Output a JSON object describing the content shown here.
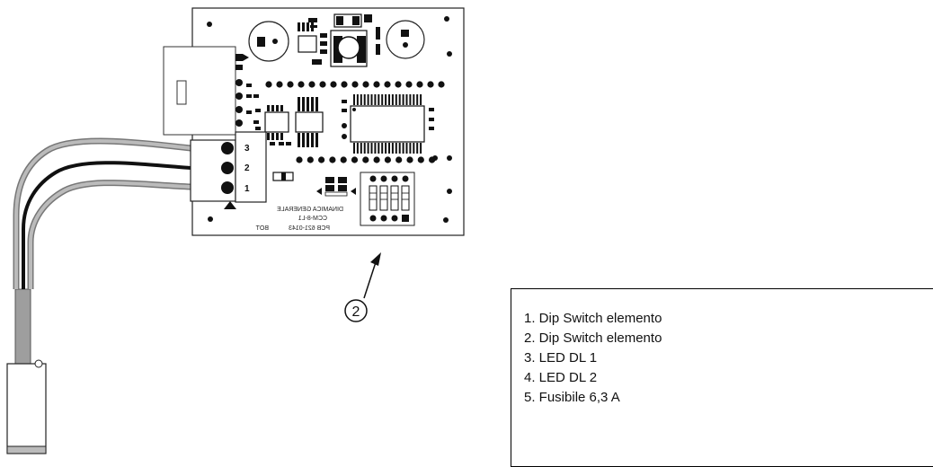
{
  "board": {
    "silk_line1": "DINAMICA GENERALE",
    "silk_line2": "CCM-8-L1",
    "silk_line3": "PCB 621-0143",
    "silk_line4": "BOT",
    "connector_pins": [
      "3",
      "2",
      "1"
    ]
  },
  "callout": {
    "number": "2"
  },
  "legend": {
    "items": [
      "1. Dip Switch elemento",
      "2. Dip Switch elemento",
      "3. LED DL 1",
      "4. LED DL 2",
      "5. Fusibile 6,3 A"
    ]
  }
}
